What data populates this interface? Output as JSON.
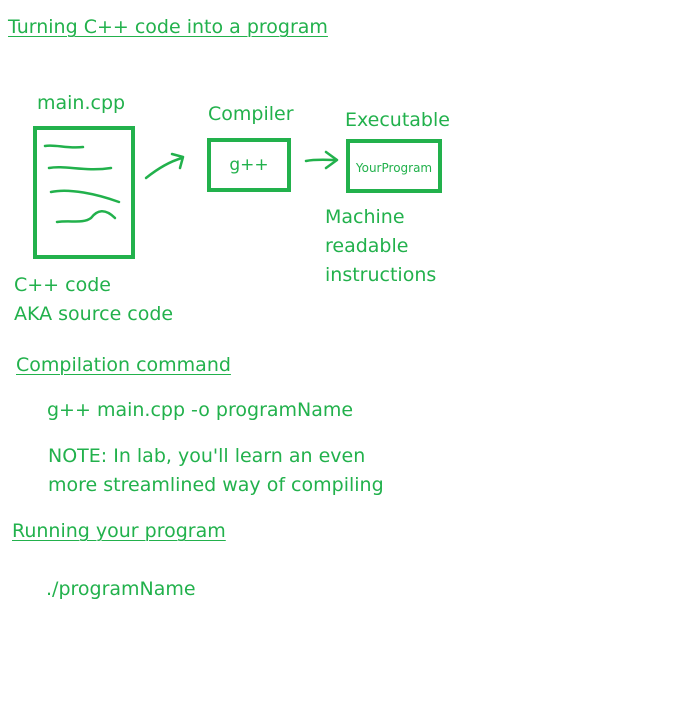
{
  "title": "Turning C++ code into a program",
  "diagram": {
    "source_file": {
      "label": "main.cpp",
      "caption_lines": [
        "C++ code",
        "AKA source code"
      ]
    },
    "compiler": {
      "label": "Compiler",
      "name": "g++"
    },
    "executable": {
      "label": "Executable",
      "name": "YourProgram",
      "caption_lines": [
        "Machine",
        "readable",
        "instructions"
      ]
    }
  },
  "compilation": {
    "heading": "Compilation command",
    "command": "g++ main.cpp -o programName",
    "note_lines": [
      "NOTE: In lab, you'll learn an even",
      "more streamlined way of compiling"
    ]
  },
  "running": {
    "heading": "Running your program",
    "command": "./programName"
  }
}
